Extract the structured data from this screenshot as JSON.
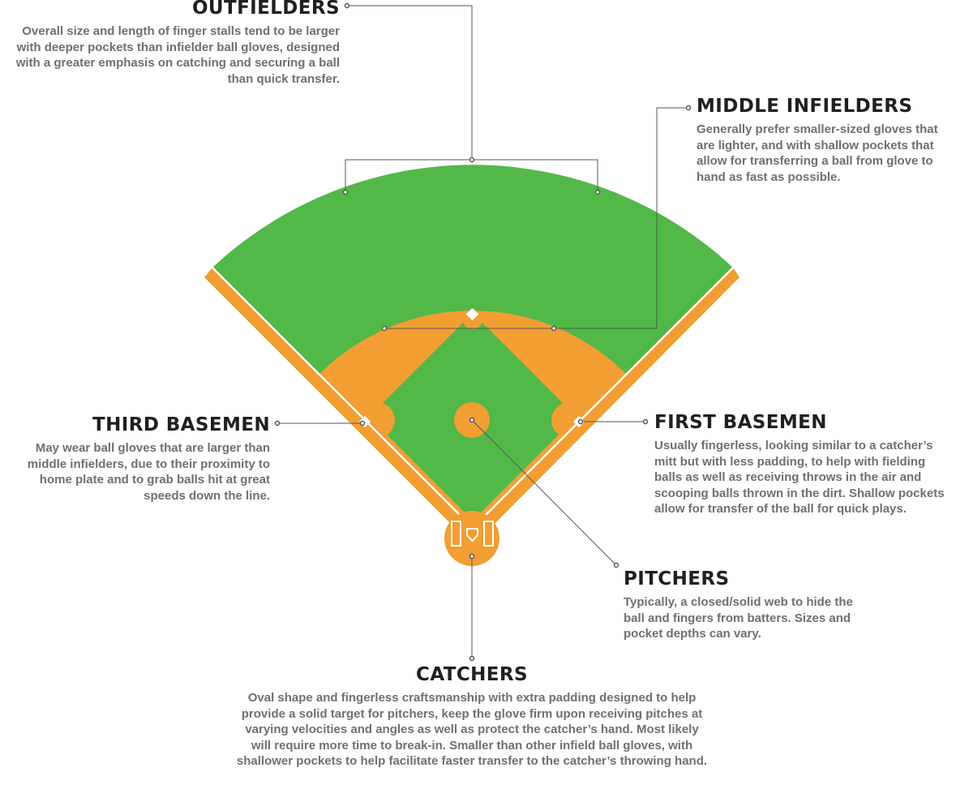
{
  "colors": {
    "grass": "#52b848",
    "dirt": "#f29e32",
    "chalk": "#ffffff",
    "leader": "#555555",
    "heading": "#1f1f1f",
    "body_text": "#6f6f6f"
  },
  "positions": {
    "outfielders": {
      "title": "OUTFIELDERS",
      "description": "Overall size and length of finger stalls tend to be larger with deeper pockets than infielder ball gloves, designed with a greater emphasis on catching and securing a ball than quick transfer."
    },
    "middle_infielders": {
      "title": "MIDDLE INFIELDERS",
      "description": "Generally prefer smaller-sized gloves that are lighter, and with shallow pockets that allow for transferring a ball from glove to hand as fast as possible."
    },
    "third_basemen": {
      "title": "THIRD BASEMEN",
      "description": "May wear ball gloves that are larger than middle infielders, due to their proximity to home plate and to grab balls hit at great speeds down the line."
    },
    "first_basemen": {
      "title": "FIRST BASEMEN",
      "description": "Usually fingerless, looking similar to a catcher’s mitt but with less padding, to help with fielding balls as well as receiving throws in the air and scooping balls thrown in the dirt. Shallow pockets allow for transfer of the ball for quick plays."
    },
    "pitchers": {
      "title": "PITCHERS",
      "description": "Typically, a closed/solid web to hide the ball and fingers from batters. Sizes and pocket depths can vary."
    },
    "catchers": {
      "title": "CATCHERS",
      "description": "Oval shape and fingerless craftsmanship with extra padding designed to help provide a solid target for pitchers, keep the glove firm upon receiving pitches at varying velocities and angles as well as protect the catcher’s hand. Most likely will require more time to break-in. Smaller than other infield ball gloves, with shallower pockets to help facilitate faster transfer to the catcher’s throwing hand."
    }
  }
}
